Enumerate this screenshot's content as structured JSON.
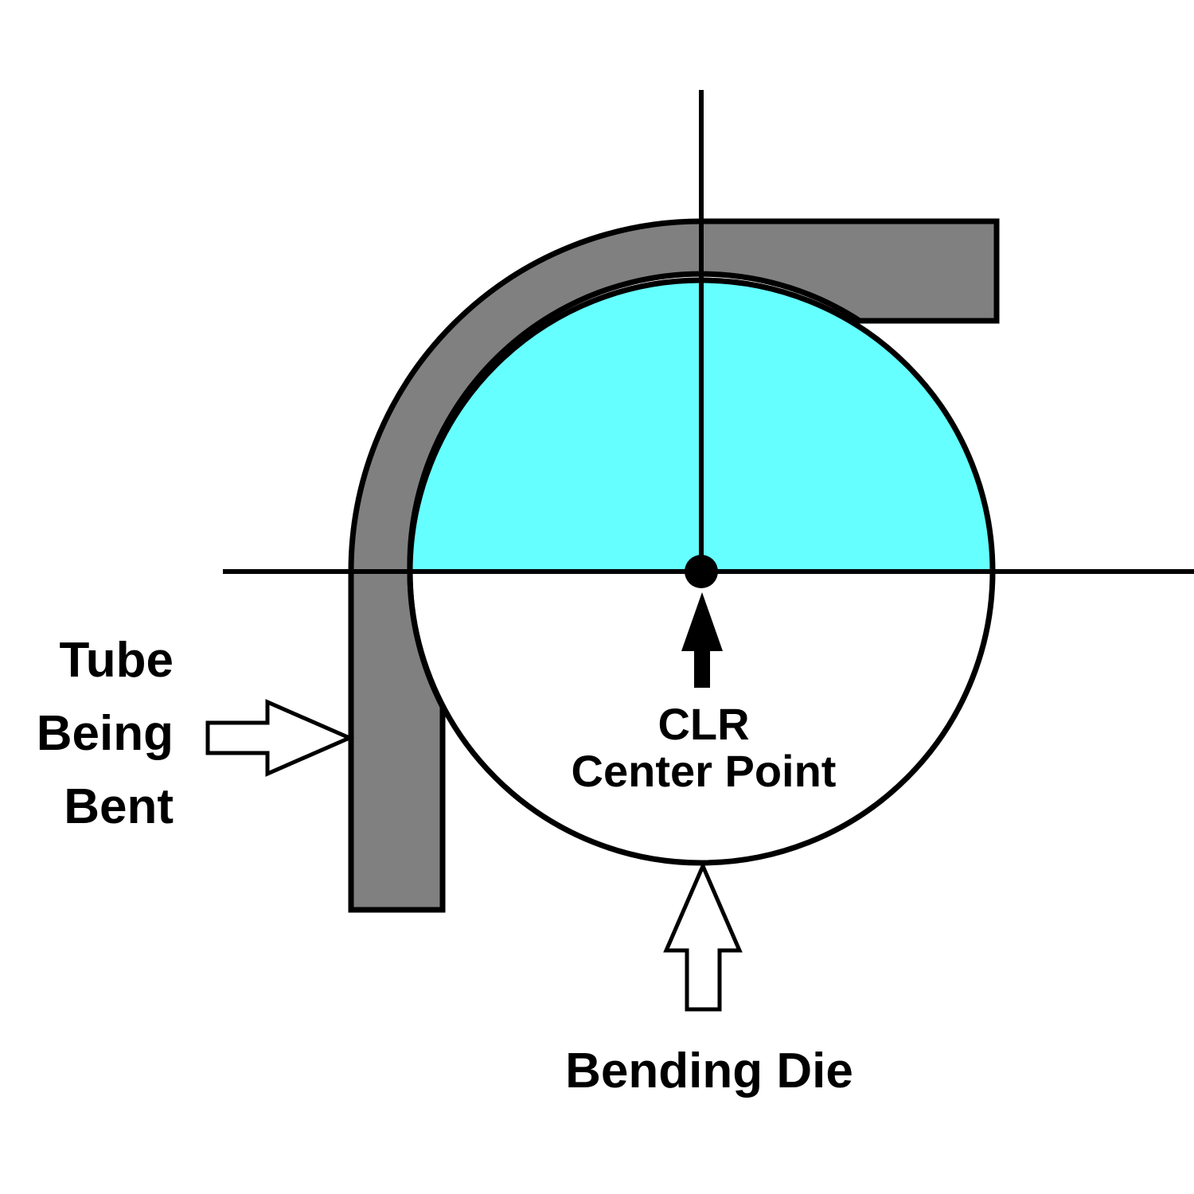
{
  "labels": {
    "tube": [
      "Tube",
      "Being",
      "Bent"
    ],
    "center": [
      "CLR",
      "Center Point"
    ],
    "die": "Bending Die"
  },
  "colors": {
    "die_fill": "#66FFFF",
    "tube_fill": "#808080",
    "stroke": "#000000",
    "background": "#FFFFFF"
  }
}
